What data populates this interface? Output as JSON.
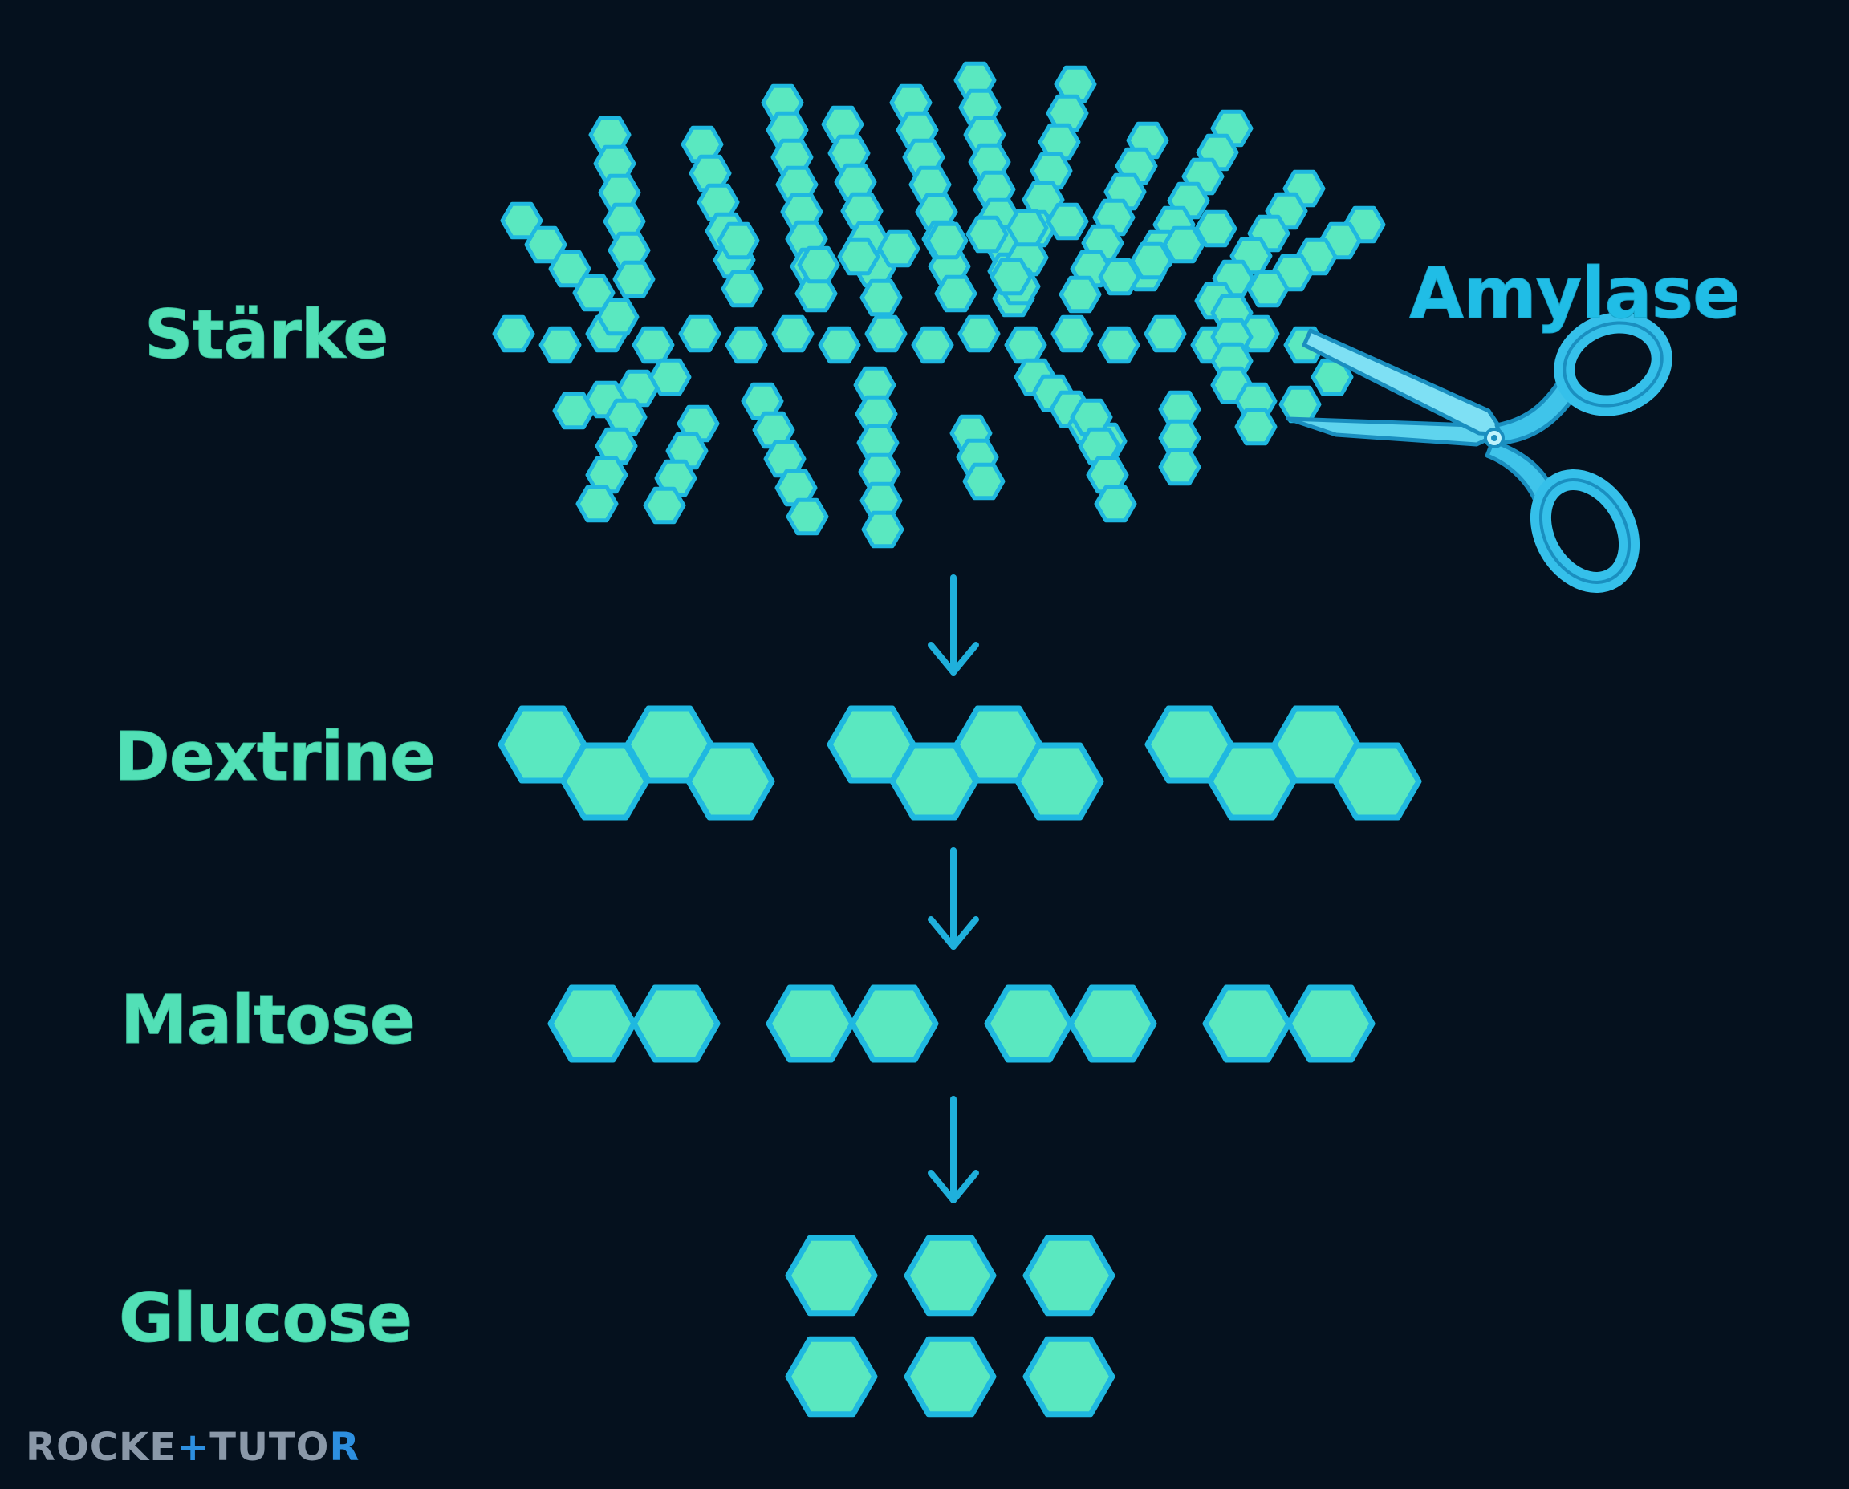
{
  "labels": {
    "staerke": "Stärke",
    "dextrine": "Dextrine",
    "maltose": "Maltose",
    "glucose": "Glucose"
  },
  "enzyme": {
    "name": "Amylase",
    "icon": "scissors-icon"
  },
  "brand": {
    "part1": "ROCKE",
    "part2": "+",
    "part3": "TUTO",
    "part4": "R"
  },
  "groups": {
    "dextrine_fragments": 3,
    "units_per_dextrine": 4,
    "maltose_pairs": 4,
    "glucose_units": 6
  },
  "colors": {
    "background": "#05111e",
    "unit_fill": "#5ae8c0",
    "unit_stroke": "#1fb8e0",
    "label": "#52e0b6",
    "enzyme": "#20bde6",
    "arrow": "#1fb0dc"
  }
}
